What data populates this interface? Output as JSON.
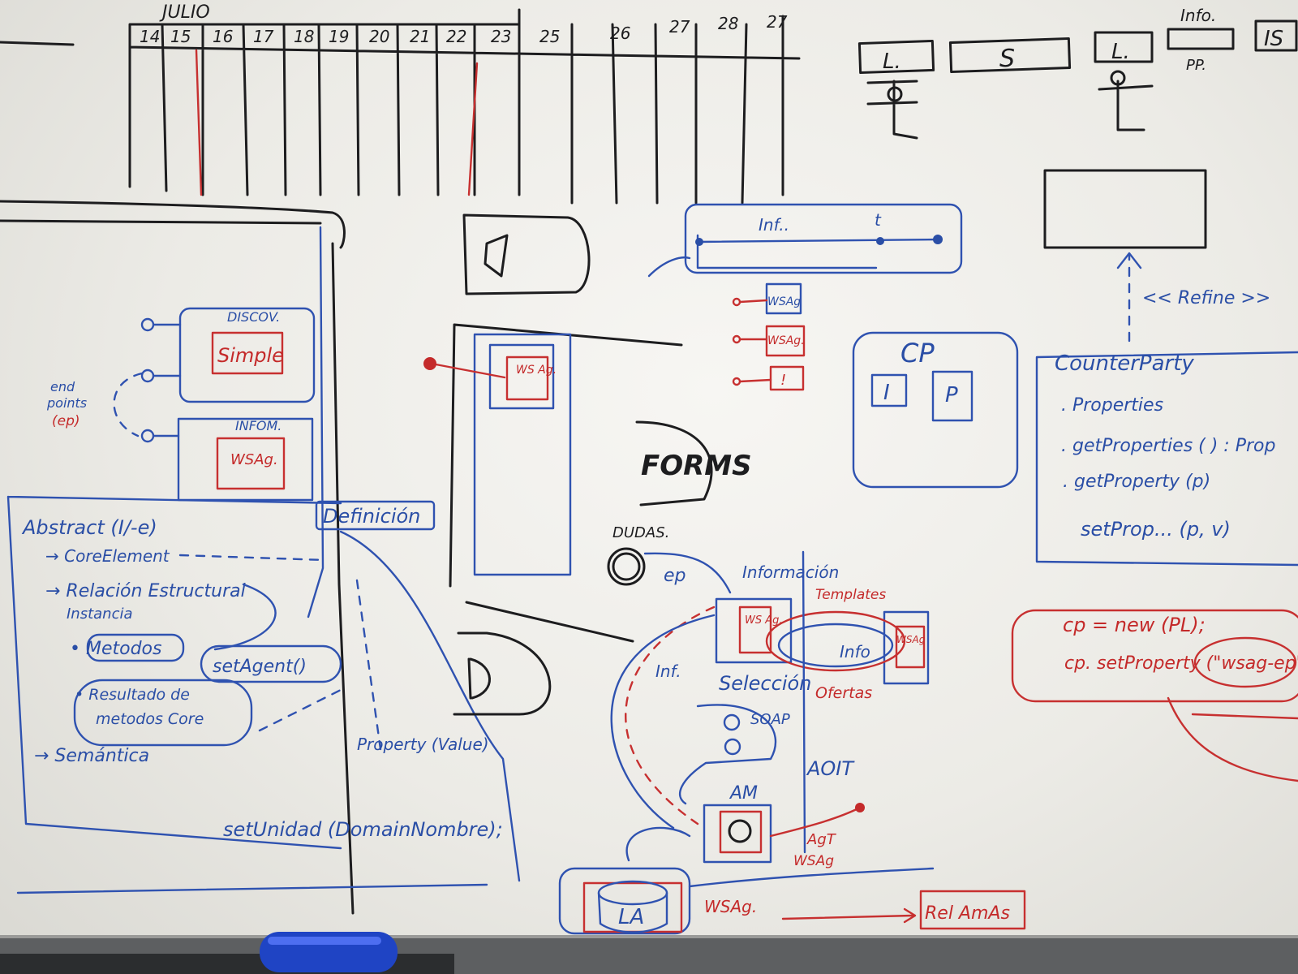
{
  "timeline": {
    "month": "JULIO",
    "days": [
      "14",
      "15",
      "16",
      "17",
      "18",
      "19",
      "20",
      "21",
      "22",
      "23",
      "25",
      "26",
      "27",
      "28",
      "27"
    ]
  },
  "top_boxes": [
    "L.",
    "S",
    "L.",
    "Info.",
    "IS"
  ],
  "top_label_pp": "PP.",
  "left_panel": {
    "discov_label": "DISCOV.",
    "simple_label": "Simple",
    "inform_label": "INFOM.",
    "wsags_label": "WSAg.",
    "endpoints_label_1": "end",
    "endpoints_label_2": "points",
    "endpoints_label_3": "(ep)",
    "definicion_label": "Definición"
  },
  "notes": {
    "abstract": "Abstract (I/-e)",
    "core_element": "→ CoreElement",
    "relacion": "→ Relación Estructural",
    "instancia": "Instancia",
    "metodos": "• Metodos",
    "set_agent": "setAgent()",
    "resultado_1": "• Resultado de",
    "resultado_2": "metodos Core",
    "semantica": "→ Semántica",
    "property_value": "Property (Value)",
    "set_unidad": "setUnidad (DomainNombre);"
  },
  "middle": {
    "forms_label": "FORMS",
    "dudas_label": "DUDAS.",
    "ws_ag_label": "WS Ag."
  },
  "right_top": {
    "inf_label": "Inf..",
    "t_label": "t",
    "wsag_items": [
      "WSAg",
      "WSAg.",
      "!"
    ],
    "cp_label": "CP",
    "cp_i": "I",
    "cp_p": "P",
    "refine_label": "<< Refine >>"
  },
  "counter_party": {
    "title": "CounterParty",
    "properties": ". Properties",
    "method_1": ". getProperties ( ) : Prop",
    "method_2": ". getProperty (p)",
    "method_3": "setProp... (p, v)"
  },
  "code": {
    "line_1": "cp = new (PL);",
    "line_2": "cp. setProperty (\"wsag-ep\")"
  },
  "flow": {
    "ep": "ep",
    "informacion": "Información",
    "templates": "Templates",
    "ws_ag_box": "WS Ag.",
    "info": "Info",
    "wsag_right": "WSAg",
    "inf": "Inf.",
    "seleccion": "Selección",
    "ofertas": "Ofertas",
    "soap": "SOAP",
    "am": "AM",
    "agt": "AgT",
    "ws_ag_red": "WSAg",
    "aoit": "AOIT",
    "la": "LA",
    "wsag_bottom": "WSAg.",
    "rel_amas": "Rel AmAs"
  }
}
